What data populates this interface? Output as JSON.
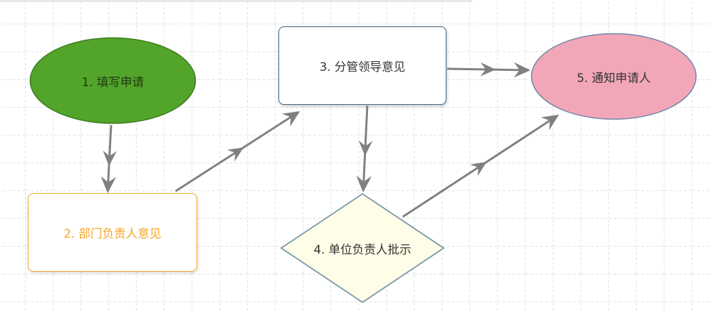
{
  "diagram": {
    "nodes": {
      "fill_application": {
        "label": "1. 填写申请",
        "fill": "#52a42a",
        "stroke": "#3b7a1e",
        "text_color": "#1f3a10"
      },
      "dept_head_opinion": {
        "label": "2. 部门负责人意见",
        "fill": "#ffffff",
        "stroke": "#f5a623",
        "text_color": "#f5a623"
      },
      "supervisor_opinion": {
        "label": "3. 分管领导意见",
        "fill": "#ffffff",
        "stroke": "#3a5f7a",
        "text_color": "#333333"
      },
      "unit_head_approval": {
        "label": "4. 单位负责人批示",
        "fill": "#fefde7",
        "stroke": "#7a96aa",
        "text_color": "#333333"
      },
      "notify_applicant": {
        "label": "5. 通知申请人",
        "fill": "#f2a7b9",
        "stroke": "#6e84a8",
        "text_color": "#333333"
      }
    },
    "edge_color": "#808080",
    "grid_color": "#c8c8c8"
  }
}
